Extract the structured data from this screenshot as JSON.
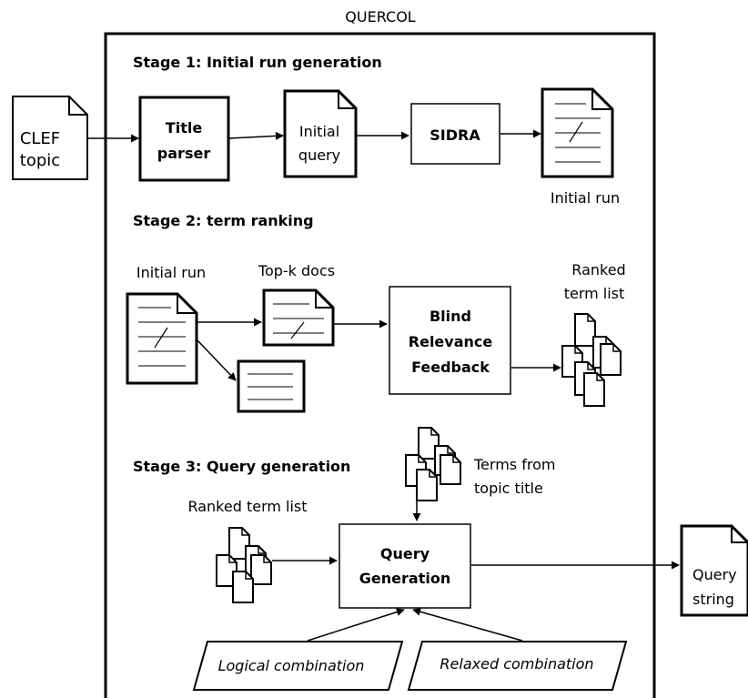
{
  "title": "QUERCOL",
  "stage1": {
    "heading": "Stage 1: Initial run generation",
    "clef_topic": [
      "CLEF",
      "topic"
    ],
    "title_parser": [
      "Title",
      "parser"
    ],
    "initial_query": [
      "Initial",
      "query"
    ],
    "sidra": "SIDRA",
    "initial_run": "Initial run"
  },
  "stage2": {
    "heading": "Stage 2: term ranking",
    "initial_run": "Initial run",
    "topk_docs": "Top-k docs",
    "ranked_term_list": [
      "Ranked",
      "term list"
    ],
    "brf": [
      "Blind",
      "Relevance",
      "Feedback"
    ]
  },
  "stage3": {
    "heading": "Stage 3: Query generation",
    "terms_from_title": [
      "Terms from",
      "topic title"
    ],
    "ranked_term_list": "Ranked term list",
    "query_generation": [
      "Query",
      "Generation"
    ],
    "query_string": [
      "Query",
      "string"
    ],
    "logical": "Logical combination",
    "relaxed": "Relaxed combination"
  }
}
